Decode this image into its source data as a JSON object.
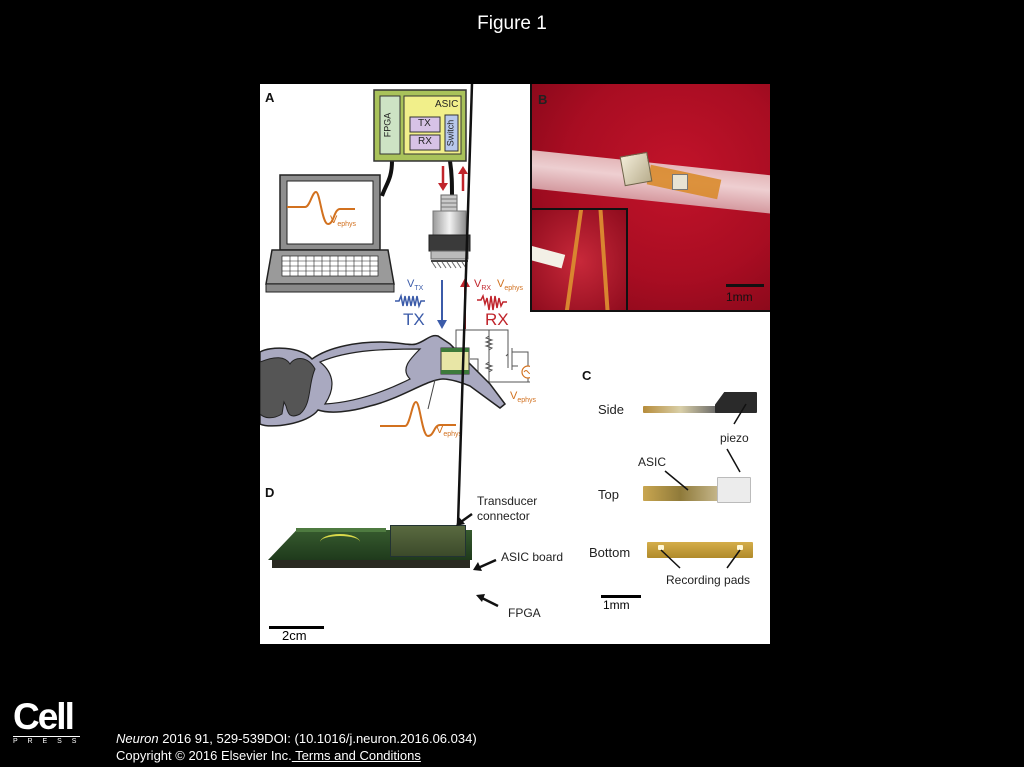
{
  "slide": {
    "title": "Figure 1"
  },
  "figure": {
    "panel_a": {
      "label": "A",
      "asic_box": {
        "fpga": "FPGA",
        "asic": "ASIC",
        "tx": "TX",
        "rx": "RX",
        "switch": "Switch"
      },
      "laptop_signal": {
        "v": "V",
        "sub": "ephys"
      },
      "tx_block": {
        "v": "V",
        "sub": "TX",
        "label": "TX"
      },
      "rx_block": {
        "v_rx": "V",
        "sub_rx": "RX",
        "v_ephys": "V",
        "sub_ephys": "ephys",
        "label": "RX"
      },
      "circuit_source": {
        "v": "V",
        "sub": "ephys"
      },
      "nerve_signal": {
        "v": "V",
        "sub": "ephys"
      },
      "colors": {
        "tx_blue": "#3b5ba9",
        "rx_red": "#c0242b",
        "ephys_orange": "#d2711f",
        "asic_yellow": "#f1ef8a",
        "frame_green": "#a9c25a",
        "block_purple": "#d7c2e6",
        "switch_blue": "#b8c8ec"
      }
    },
    "panel_b": {
      "label": "B",
      "scalebar": "1mm"
    },
    "panel_c": {
      "label": "C",
      "rows": [
        "Side",
        "Top",
        "Bottom"
      ],
      "annotations": {
        "piezo": "piezo",
        "asic": "ASIC",
        "pads": "Recording pads"
      },
      "scalebar": "1mm"
    },
    "panel_d": {
      "label": "D",
      "annotations": {
        "transducer_line1": "Transducer",
        "transducer_line2": "connector",
        "asic_board": "ASIC board",
        "fpga": "FPGA"
      },
      "scalebar": "2cm"
    }
  },
  "footer": {
    "logo_main": "Cell",
    "logo_sub": "P R E S S",
    "journal": "Neuron",
    "citation": " 2016 91, 529-539DOI: (10.1016/j.neuron.2016.06.034)",
    "copyright": "Copyright © 2016 Elsevier Inc.",
    "terms_link": " Terms and Conditions"
  }
}
